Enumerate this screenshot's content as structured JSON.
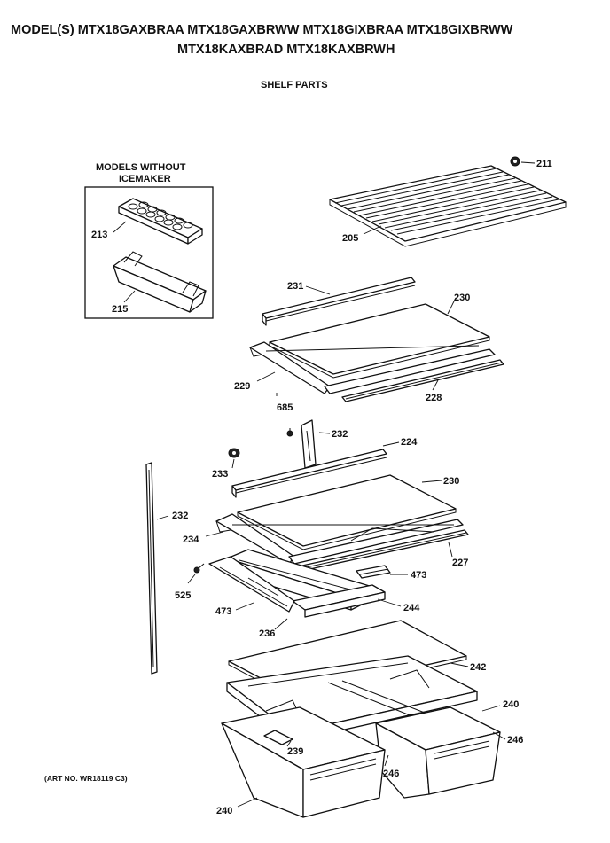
{
  "header": {
    "models_line1": "MODEL(S) MTX18GAXBRAA  MTX18GAXBRWW  MTX18GIXBRAA  MTX18GIXBRWW",
    "models_line2": "MTX18KAXBRAD  MTX18KAXBRWH",
    "subtitle": "SHELF PARTS"
  },
  "inset": {
    "title_line1": "MODELS WITHOUT",
    "title_line2": "ICEMAKER"
  },
  "art_number": "(ART NO. WR18119 C3)",
  "callouts": {
    "p211": "211",
    "p205": "205",
    "p213": "213",
    "p215": "215",
    "p231": "231",
    "p230a": "230",
    "p229": "229",
    "p228": "228",
    "p685": "685",
    "p232a": "232",
    "p224": "224",
    "p233": "233",
    "p230b": "230",
    "p232b": "232",
    "p234": "234",
    "p227": "227",
    "p525": "525",
    "p473a": "473",
    "p473b": "473",
    "p244": "244",
    "p236": "236",
    "p242": "242",
    "p240a": "240",
    "p246a": "246",
    "p239": "239",
    "p246b": "246",
    "p240b": "240"
  }
}
